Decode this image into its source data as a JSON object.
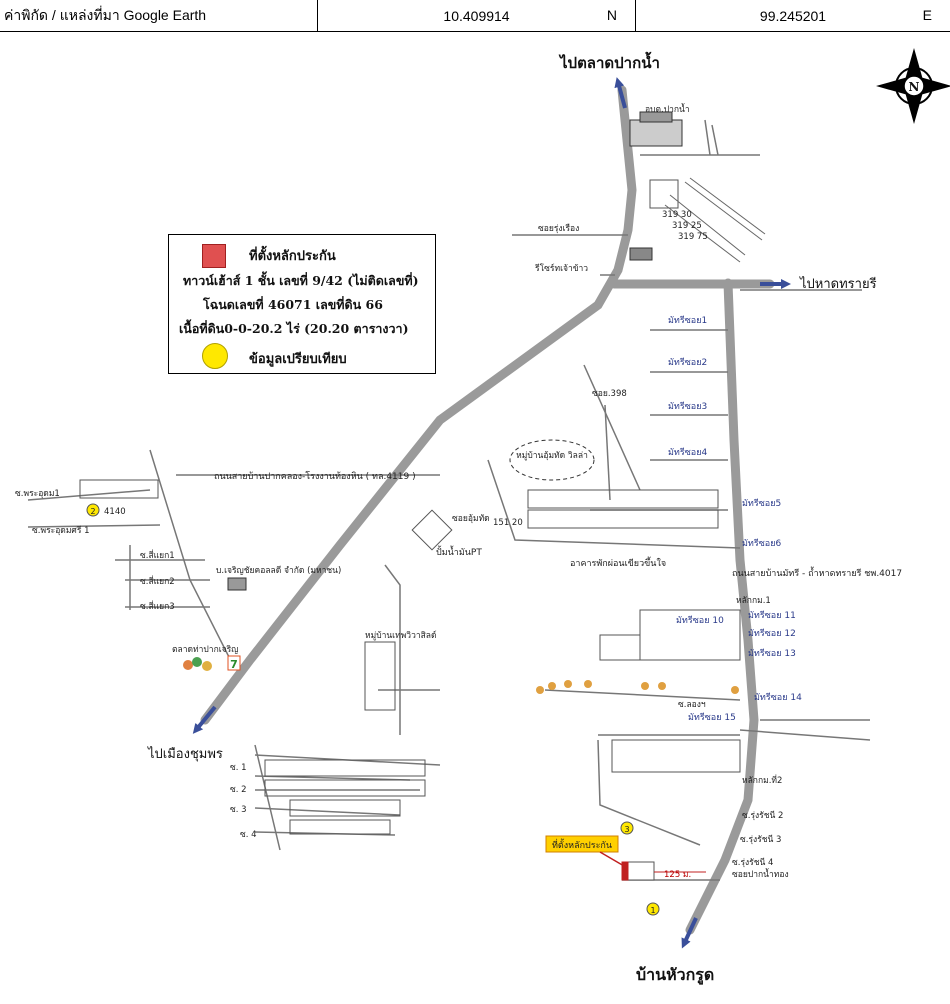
{
  "header": {
    "coord_label": "ค่าพิกัด / แหล่งที่มา Google Earth",
    "latitude": "10.409914",
    "lat_dir": "N",
    "longitude": "99.245201",
    "lon_dir": "E"
  },
  "compass": {
    "letter": "N"
  },
  "legend": {
    "collateral_label": "ที่ตั้งหลักประกัน",
    "line1": "ทาวน์เฮ้าส์ 1 ชั้น เลขที่ 9/42 (ไม่ติดเลขที่)",
    "line2": "โฉนดเลขที่ 46071 เลขที่ดิน 66",
    "line3": "เนื้อที่ดิน0-0-20.2 ไร่ (20.20 ตารางวา)",
    "comparison_label": "ข้อมูลเปรียบเทียบ",
    "collateral_color": "#e05050",
    "comparison_color": "#ffe800"
  },
  "map": {
    "to_pak_nam": "ไปตลาดปากน้ำ",
    "to_had_sai_ri": "ไปหาดทรายรี",
    "to_chumphon": "ไปเมืองชุมพร",
    "to_ban_hua_krut": "บ้านหัวกรูด",
    "obt": "อบต.ปากน้ำ",
    "soi_rungruang": "ซอยรุ่งเรือง",
    "resort": "รีโซร์ทเจ้าข้าว",
    "num_319": "319 30",
    "num_319b": "319 25",
    "num_319c": "319 75",
    "soi_398": "ซอย.398",
    "village": "หมู่บ้านอุ้มทัด วิลล่า",
    "soi_umtad": "ซอยอุ้มทัด",
    "num_151": "151 20",
    "road_4119": "ถนนสายบ้านปากคลอง-โรงงานท้องหิน ( ทล.4119 )",
    "pt_station": "ปั้มน้ำมันPT",
    "school": "อาคารพักผ่อนเขียวขึ้นใจ",
    "road_4017": "ถนนสายบ้านมัทรี - ถ้ำหาดทรายรี ชพ.4017",
    "matri1": "มัทรีซอย1",
    "matri2": "มัทรีซอย2",
    "matri3": "มัทรีซอย3",
    "matri4": "มัทรีซอย4",
    "matri5": "มัทรีซอย5",
    "matri6": "มัทรีซอย6",
    "matri10": "มัทรีซอย 10",
    "matri11": "มัทรีซอย 11",
    "matri12": "มัทรีซอย 12",
    "matri13": "มัทรีซอย 13",
    "matri14": "มัทรีซอย 14",
    "matri15": "มัทรีซอย 15",
    "km1": "หลักกม.1",
    "km2": "หลักกม.ที่2",
    "rungrat2": "ซ.รุ่งรัชนี 2",
    "rungrat3": "ซ.รุ่งรัชนี 3",
    "rungrat4": "ซ.รุ่งรัชนี 4",
    "soi_pak_nam": "ซอยปากน้ำทอง",
    "dist_125": "125 ม.",
    "collateral_tag": "ที่ตั้งหลักประกัน",
    "soi15_label": "ซ.ลองฯ",
    "west_w1": "ซ.พระอุดม1",
    "west_w2": "ซ.พระอุดมศรี 1",
    "num_4140": "4140",
    "west_s1": "ซ.สี่แยก1",
    "west_s2": "ซ.สี่แยก2",
    "west_s3": "ซ.สี่แยก3",
    "company": "บ.เจริญชัยคอลลดี จำกัด (มหาชน)",
    "market": "ตลาดท่าปากเจริญ",
    "village_c": "หมู่บ้านเทพวิวาสิลด์",
    "s_1": "ซ. 1",
    "s_2": "ซ. 2",
    "s_3": "ซ. 3",
    "s_4": "ซ. 4",
    "c1": "1",
    "c2": "2",
    "c3": "3",
    "seven": "7"
  }
}
